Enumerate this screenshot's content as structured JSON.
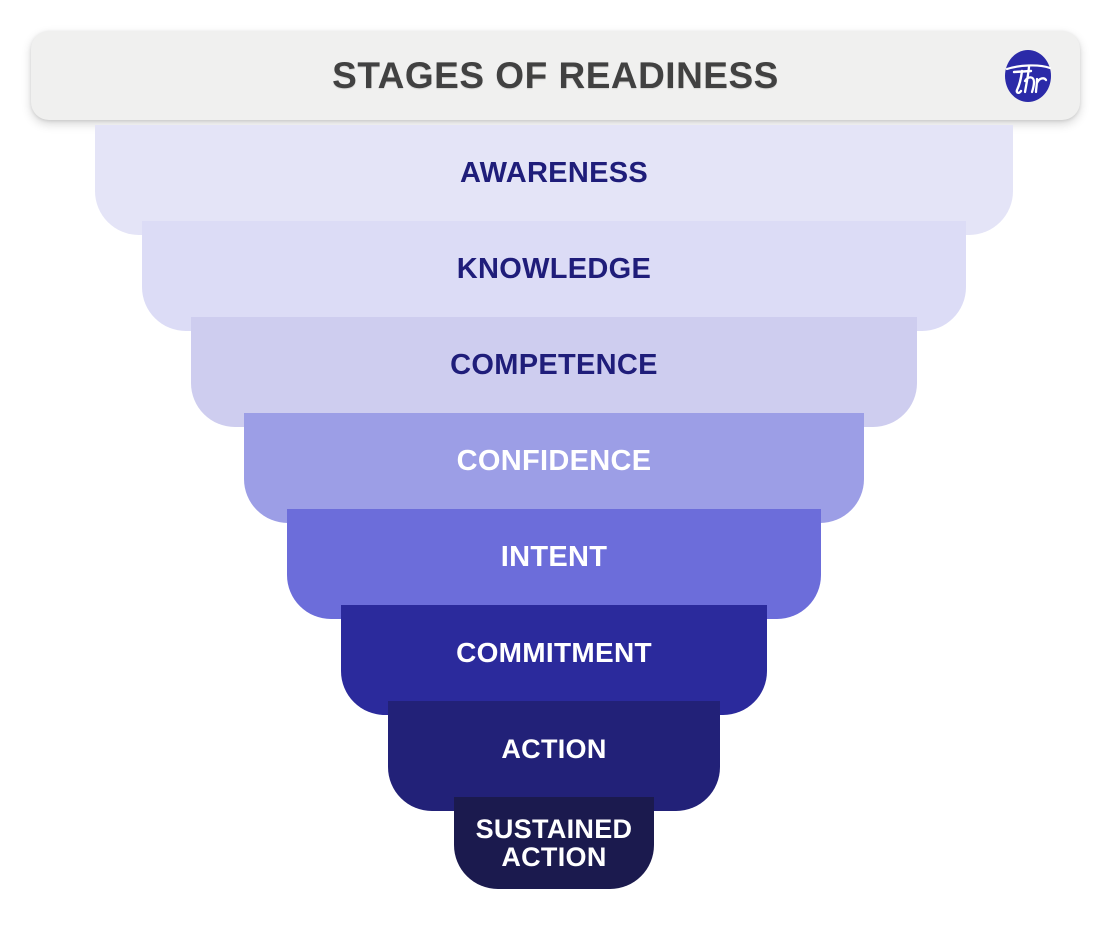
{
  "header": {
    "title": "STAGES OF READINESS",
    "title_color": "#414141",
    "background": "#f0f0ef",
    "logo": {
      "icon": "thr-brand-logo-icon",
      "text": "Thr",
      "circle_color": "#2b2aa8",
      "text_color": "#ffffff"
    }
  },
  "funnel": {
    "type": "funnel",
    "orientation": "vertical-tapering-down",
    "stage_count": 8,
    "stages": [
      {
        "label": "AWARENESS",
        "level": 1,
        "fill": "#e4e4f7",
        "text_color": "#1f1d7a",
        "font_size": 29,
        "width_pct": 100
      },
      {
        "label": "KNOWLEDGE",
        "level": 2,
        "fill": "#dcdcf6",
        "text_color": "#1f1d7a",
        "font_size": 29,
        "width_pct": 89.7
      },
      {
        "label": "COMPETENCE",
        "level": 3,
        "fill": "#cecdef",
        "text_color": "#1f1d7a",
        "font_size": 29,
        "width_pct": 79.1
      },
      {
        "label": "CONFIDENCE",
        "level": 4,
        "fill": "#9c9ee6",
        "text_color": "#ffffff",
        "font_size": 29,
        "width_pct": 67.6
      },
      {
        "label": "INTENT",
        "level": 5,
        "fill": "#6c6dda",
        "text_color": "#ffffff",
        "font_size": 29,
        "width_pct": 58.2
      },
      {
        "label": "COMMITMENT",
        "level": 6,
        "fill": "#2b2a9c",
        "text_color": "#ffffff",
        "font_size": 28,
        "width_pct": 46.5
      },
      {
        "label": "ACTION",
        "level": 7,
        "fill": "#222178",
        "text_color": "#ffffff",
        "font_size": 27,
        "width_pct": 36.1
      },
      {
        "label": "SUSTAINED\nACTION",
        "level": 8,
        "fill": "#1b1a4e",
        "text_color": "#ffffff",
        "font_size": 27,
        "width_pct": 21.8
      }
    ]
  }
}
